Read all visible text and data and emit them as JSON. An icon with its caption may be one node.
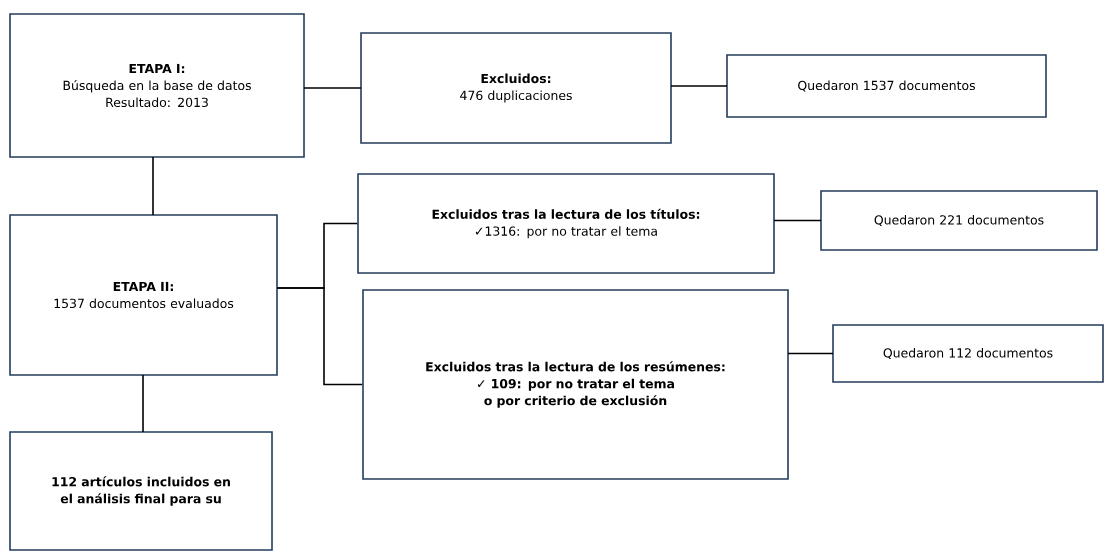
{
  "diagram": {
    "nodes": [
      {
        "text": [
          "ETAPA I:",
          "Búsqueda en la base de datos",
          "Resultado: 2013"
        ]
      },
      {
        "text": [
          "Excluidos:",
          "476 duplicaciones"
        ]
      },
      {
        "text": [
          "Quedaron 1537 documentos"
        ]
      },
      {
        "text": [
          "Excluidos tras la lectura de los títulos:",
          "✓1316: por no tratar el tema"
        ]
      },
      {
        "text": [
          "ETAPA II:",
          "1537 documentos evaluados"
        ]
      },
      {
        "text": [
          "Quedaron 221 documentos"
        ]
      },
      {
        "text": [
          "Excluidos tras la lectura de los resúmenes:",
          "✓ 109: por no tratar el tema o por criterio de exclusión"
        ]
      },
      {
        "text": [
          "Quedaron 112 documentos"
        ]
      },
      {
        "text": [
          "112 artículos incluidos en el análisis final para su"
        ]
      }
    ],
    "edges": [
      {
        "from": 0,
        "to": 1,
        "arrow": "none"
      },
      {
        "from": 1,
        "to": 2,
        "arrow": "none"
      },
      {
        "from": 0,
        "to": 4,
        "arrow": "none"
      },
      {
        "from": 4,
        "to": 3,
        "arrow": "none"
      },
      {
        "from": 4,
        "to": 6,
        "arrow": "none"
      },
      {
        "from": 3,
        "to": 5,
        "arrow": "none"
      },
      {
        "from": 6,
        "to": 7,
        "arrow": "none"
      },
      {
        "from": 4,
        "to": 8,
        "arrow": "none"
      }
    ]
  }
}
